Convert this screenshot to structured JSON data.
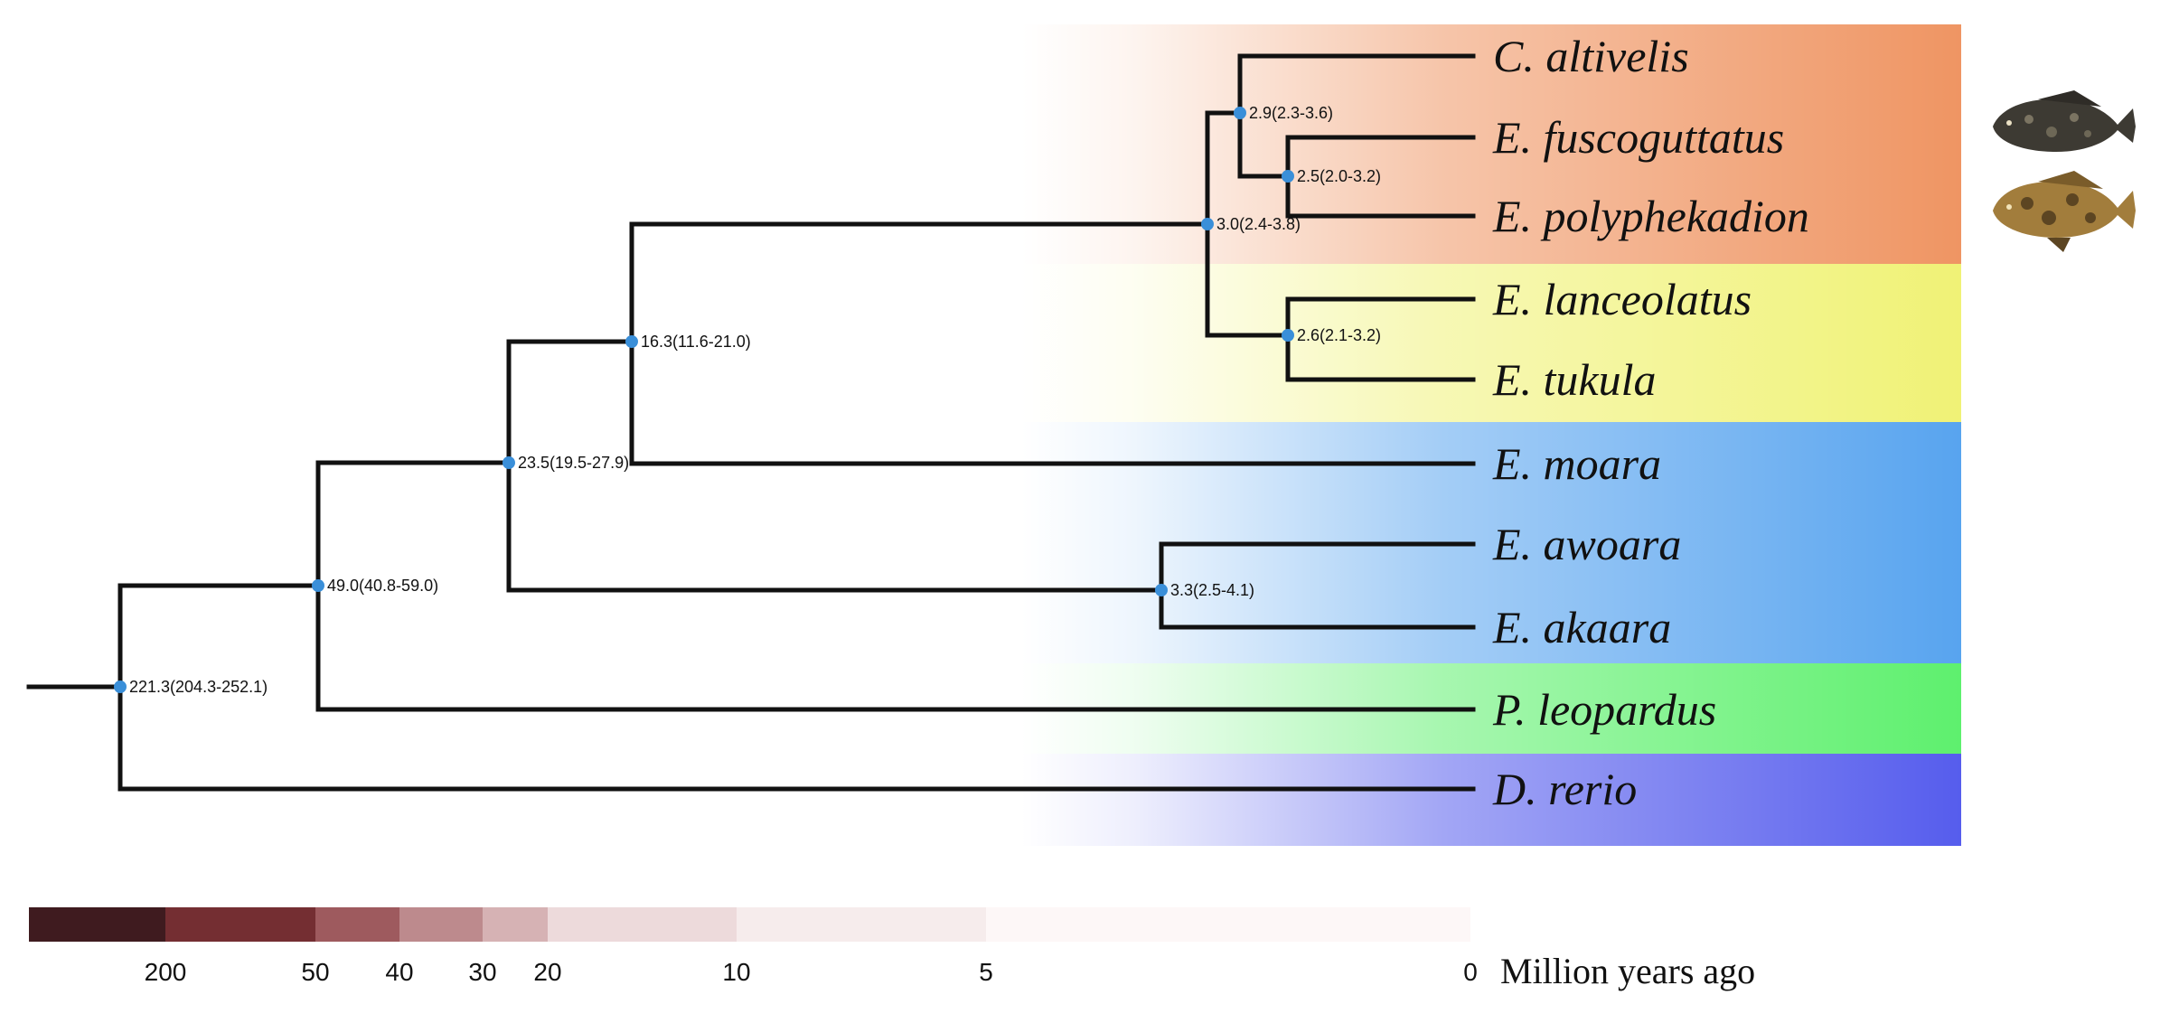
{
  "taxa": [
    {
      "id": "calt",
      "label": "C. altivelis"
    },
    {
      "id": "efus",
      "label": "E. fuscoguttatus"
    },
    {
      "id": "epol",
      "label": "E. polyphekadion"
    },
    {
      "id": "elan",
      "label": "E. lanceolatus"
    },
    {
      "id": "etuk",
      "label": "E. tukula"
    },
    {
      "id": "emoa",
      "label": "E. moara"
    },
    {
      "id": "eawo",
      "label": "E. awoara"
    },
    {
      "id": "eaka",
      "label": "E. akaara"
    },
    {
      "id": "pleo",
      "label": "P. leopardus"
    },
    {
      "id": "dreri",
      "label": "D. rerio"
    }
  ],
  "nodes": [
    {
      "id": "n1",
      "label": "221.3(204.3-252.1)",
      "children": [
        "n2",
        "dreri"
      ]
    },
    {
      "id": "n2",
      "label": "49.0(40.8-59.0)",
      "children": [
        "n3",
        "pleo"
      ]
    },
    {
      "id": "n3",
      "label": "23.5(19.5-27.9)",
      "children": [
        "n4",
        "n8"
      ]
    },
    {
      "id": "n4",
      "label": "16.3(11.6-21.0)",
      "children": [
        "n5",
        "emoa"
      ]
    },
    {
      "id": "n5",
      "label": "3.0(2.4-3.8)",
      "children": [
        "n6",
        "n7"
      ]
    },
    {
      "id": "n6",
      "label": "2.9(2.3-3.6)",
      "children": [
        "calt",
        "n6b"
      ]
    },
    {
      "id": "n6b",
      "label": "2.5(2.0-3.2)",
      "children": [
        "efus",
        "epol"
      ]
    },
    {
      "id": "n7",
      "label": "2.6(2.1-3.2)",
      "children": [
        "elan",
        "etuk"
      ]
    },
    {
      "id": "n8",
      "label": "3.3(2.5-4.1)",
      "children": [
        "eawo",
        "eaka"
      ]
    }
  ],
  "clade_bands": [
    {
      "taxa": [
        "calt",
        "efus",
        "epol"
      ],
      "color": "#ef9563"
    },
    {
      "taxa": [
        "elan",
        "etuk"
      ],
      "color": "#f0f276"
    },
    {
      "taxa": [
        "emoa",
        "eawo",
        "eaka"
      ],
      "color": "#58a4ef"
    },
    {
      "taxa": [
        "pleo"
      ],
      "color": "#5ef06e"
    },
    {
      "taxa": [
        "dreri"
      ],
      "color": "#565ded"
    }
  ],
  "fish_images": [
    {
      "name": "fish-image-fuscoguttatus",
      "icon": "grouper-dark-mottled"
    },
    {
      "name": "fish-image-polyphekadion",
      "icon": "grouper-brown-spotted"
    }
  ],
  "time_scale": {
    "title": "Million years ago",
    "ticks": [
      "200",
      "50",
      "40",
      "30",
      "20",
      "10",
      "5",
      "0"
    ],
    "colors": [
      "#3f1b1f",
      "#742e32",
      "#9e5a5e",
      "#bd8a8d",
      "#d6b2b4",
      "#eddadb",
      "#f6ecec",
      "#fdf7f7"
    ]
  }
}
